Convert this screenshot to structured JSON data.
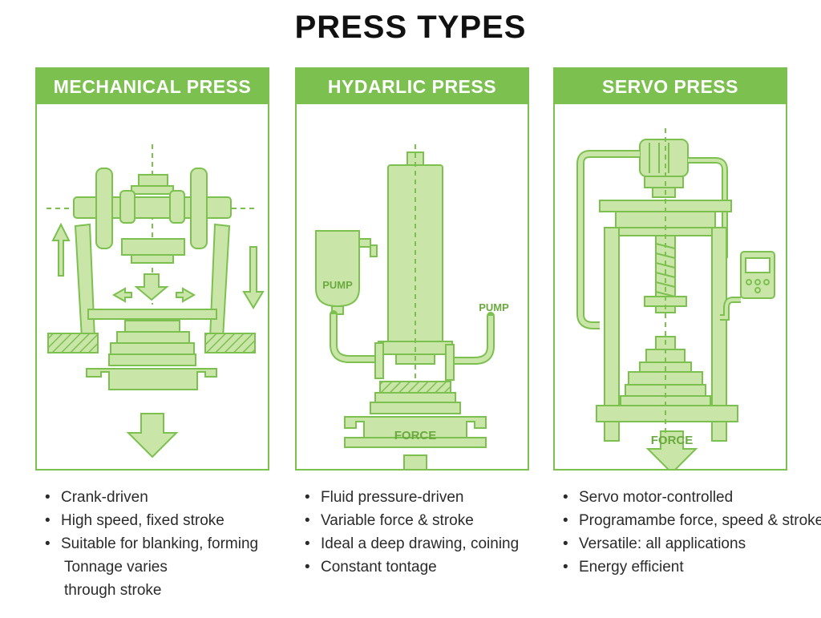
{
  "title": "PRESS TYPES",
  "colors": {
    "accent": "#7cc04f",
    "fill": "#c9e6a8",
    "stroke": "#7cc04f"
  },
  "panels": [
    {
      "header": "MECHANICAL PRESS",
      "bullets": [
        "Crank-driven",
        "High speed, fixed stroke",
        "Suitable for blanking, forming"
      ],
      "continuation": [
        "Tonnage varies",
        "through stroke"
      ]
    },
    {
      "header": "HYDARLIC PRESS",
      "labels": {
        "pump_left": "PUMP",
        "pump_right": "PUMP",
        "force": "FORCE"
      },
      "bullets": [
        "Fluid pressure-driven",
        "Variable force & stroke",
        "Ideal a deep drawing, coining",
        "Constant tontage"
      ]
    },
    {
      "header": "SERVO PRESS",
      "labels": {
        "force": "FORCE"
      },
      "bullets": [
        "Servo motor-controlled",
        "Programambe force, speed & stroke",
        "Versatile: all applications",
        "Energy efficient"
      ]
    }
  ]
}
